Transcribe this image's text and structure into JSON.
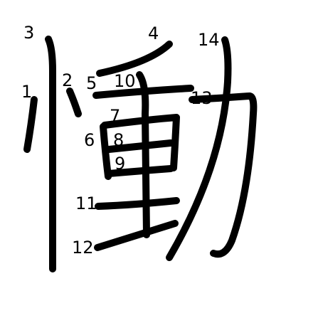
{
  "diagram": {
    "character": "慟",
    "stroke_color": "#000000",
    "stroke_numbers": [
      "1",
      "2",
      "3",
      "4",
      "5",
      "6",
      "7",
      "8",
      "9",
      "10",
      "11",
      "12",
      "13",
      "14"
    ]
  }
}
